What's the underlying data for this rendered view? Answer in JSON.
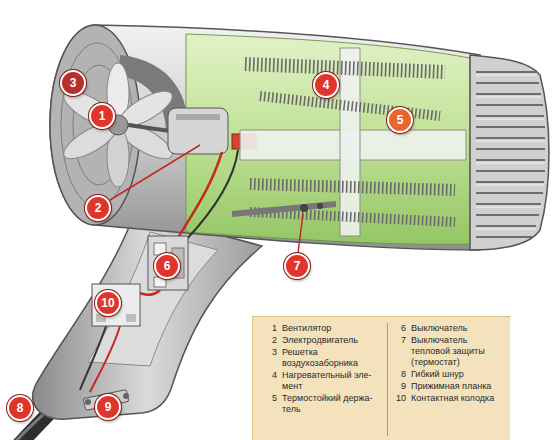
{
  "diagram": {
    "nodes": [
      {
        "text": [
          "1"
        ]
      },
      {
        "text": [
          "2"
        ]
      },
      {
        "text": [
          "3"
        ]
      },
      {
        "text": [
          "4"
        ]
      },
      {
        "text": [
          "5"
        ]
      },
      {
        "text": [
          "6"
        ]
      },
      {
        "text": [
          "7"
        ]
      },
      {
        "text": [
          "8"
        ]
      },
      {
        "text": [
          "9"
        ]
      },
      {
        "text": [
          "10"
        ]
      },
      {
        "text": [
          "1",
          "Вентилятор",
          "2",
          "Электродвигатель",
          "3",
          "Решетка воздухозаборника",
          "4",
          "Нагревательный эле- мент",
          "5",
          "Термостойкий держа- тель",
          "6",
          "Выключатель",
          "7",
          "Выключатель тепловой защиты (термостат)",
          "8",
          "Гибкий шнур",
          "9",
          "Прижимная планка",
          "10",
          "Контактная колодка"
        ]
      }
    ]
  }
}
